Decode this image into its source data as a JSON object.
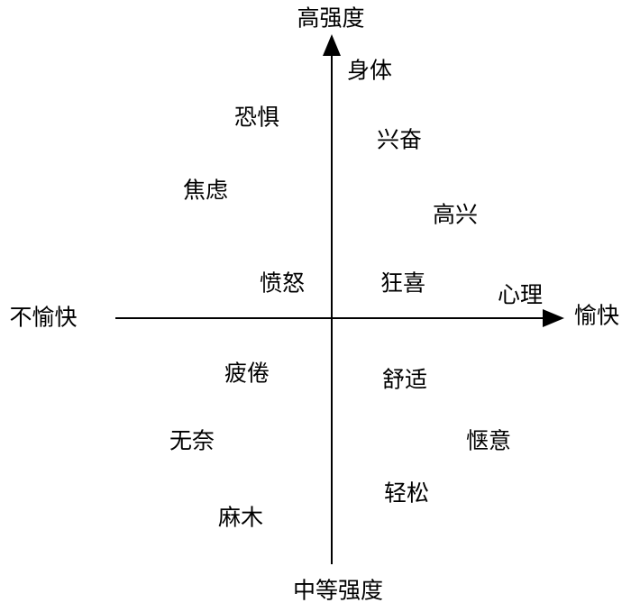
{
  "axes": {
    "top": "高强度",
    "bottom": "中等强度",
    "left": "不愉快",
    "right": "愉快"
  },
  "emotions": {
    "body": "身体",
    "mind": "心理",
    "fear": "恐惧",
    "excited": "兴奋",
    "anxiety": "焦虑",
    "happy": "高兴",
    "anger": "愤怒",
    "ecstasy": "狂喜",
    "tired": "疲倦",
    "comfortable": "舒适",
    "helpless": "无奈",
    "pleased": "惬意",
    "relaxed": "轻松",
    "numb": "麻木"
  }
}
